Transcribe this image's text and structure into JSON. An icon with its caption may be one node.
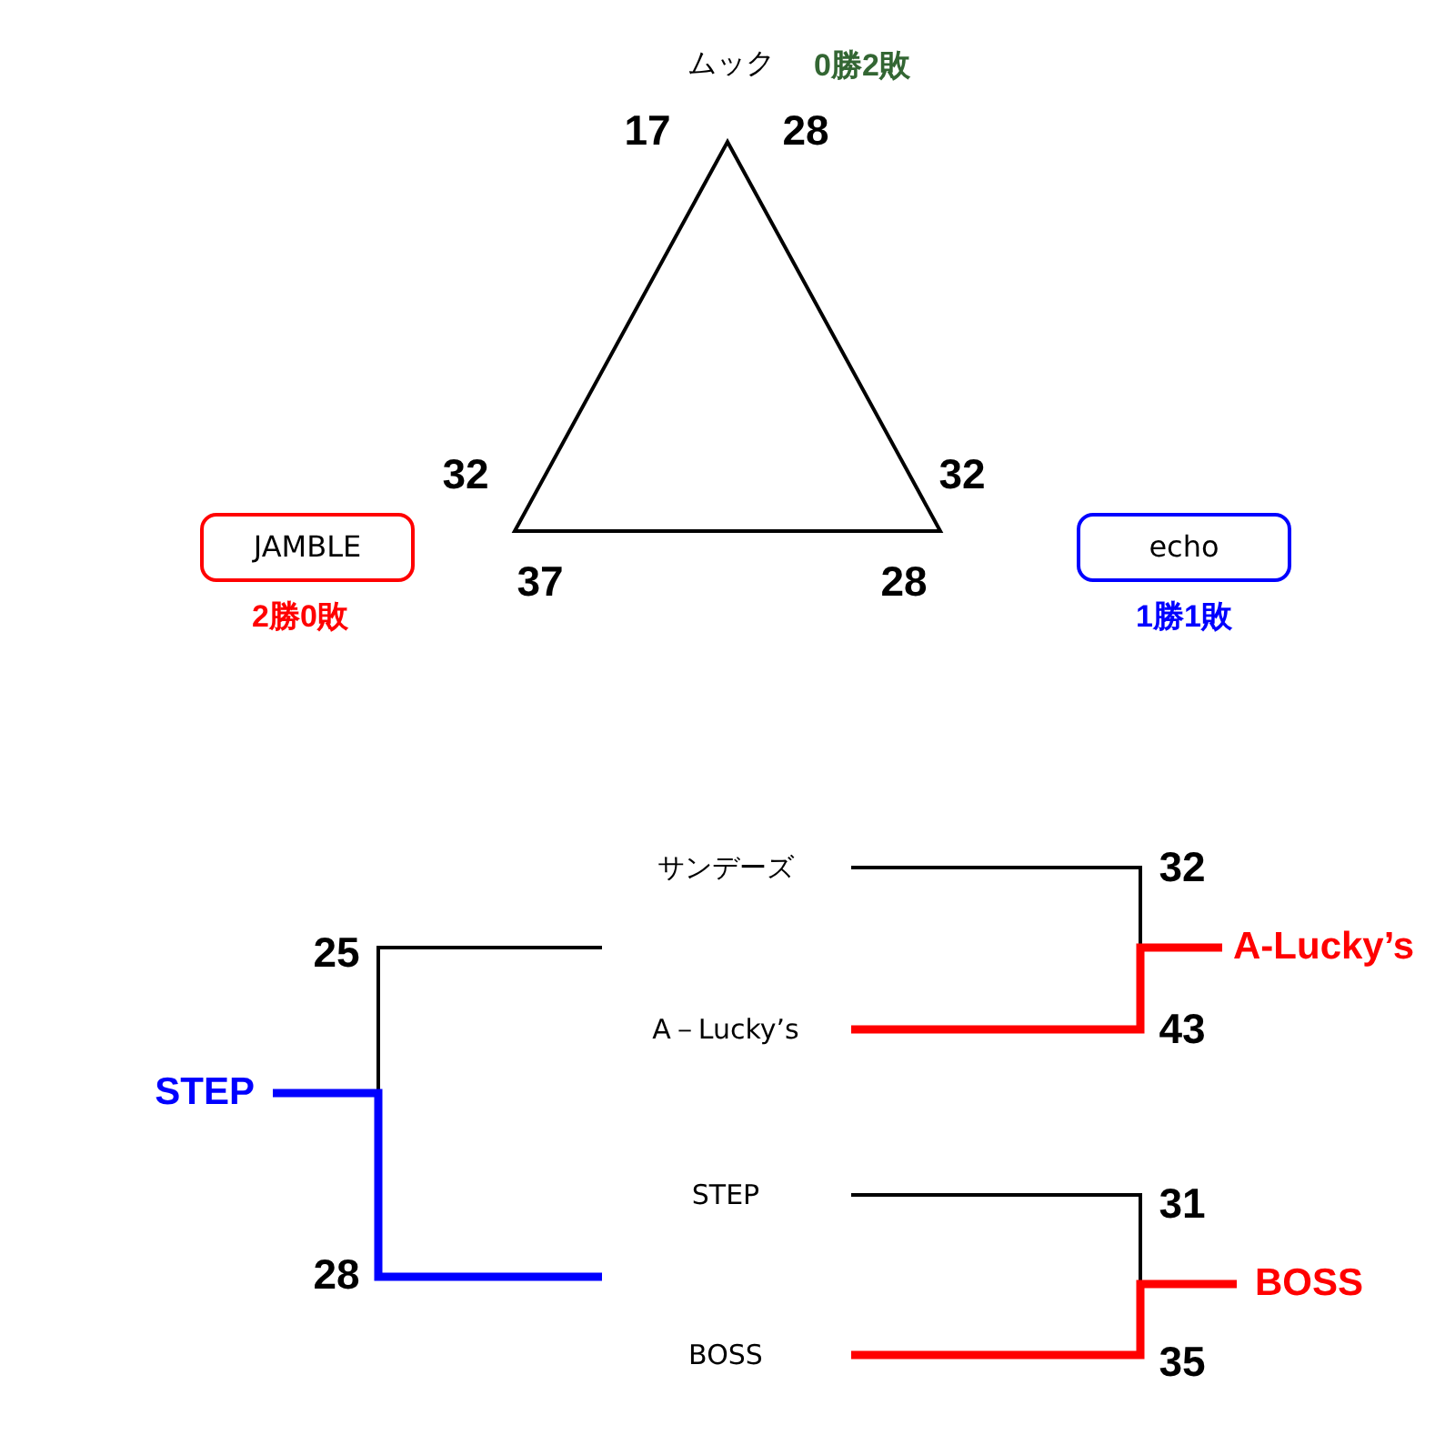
{
  "diagram": {
    "nodes": [
      {
        "text": [
          "ムック"
        ],
        "beside": [
          "0勝2敗"
        ]
      },
      {
        "text": [
          "JAMBLE"
        ],
        "beside": [
          "2勝0敗"
        ]
      },
      {
        "text": [
          "echo"
        ],
        "beside": [
          "1勝1敗"
        ]
      },
      {
        "text": [
          "サンデーズ"
        ]
      },
      {
        "text": [
          "A－Lucky’s"
        ]
      },
      {
        "text": [
          "STEP"
        ]
      },
      {
        "text": [
          "BOSS"
        ]
      },
      {
        "text": [
          "A-Lucky’s"
        ]
      },
      {
        "text": [
          "BOSS"
        ]
      },
      {
        "text": [
          "STEP"
        ]
      }
    ],
    "edges": [
      {
        "from": 3,
        "to": 7,
        "arrow": "none"
      },
      {
        "from": 4,
        "to": 7,
        "arrow": "none",
        "style": "thick",
        "color": "#ff0000"
      },
      {
        "from": 5,
        "to": 8,
        "arrow": "none"
      },
      {
        "from": 6,
        "to": 8,
        "arrow": "none",
        "style": "thick",
        "color": "#ff0000"
      },
      {
        "from": null,
        "to": 9,
        "arrow": "none"
      },
      {
        "from": null,
        "to": 9,
        "arrow": "none",
        "style": "thick",
        "color": "#0000ff"
      }
    ],
    "labels": [
      "17",
      "28",
      "32",
      "32",
      "37",
      "28",
      "32",
      "25",
      "43",
      "31",
      "28",
      "35"
    ]
  }
}
